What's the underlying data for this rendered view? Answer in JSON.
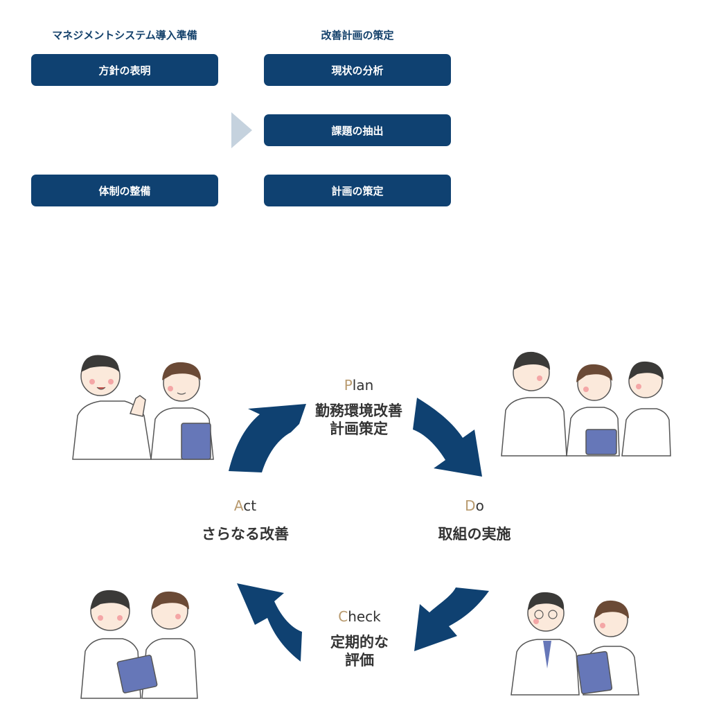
{
  "preparation": {
    "left_heading": "マネジメントシステム導入準備",
    "right_heading": "改善計画の策定",
    "left_items": [
      "方針の表明",
      "体制の整備"
    ],
    "right_items": [
      "現状の分析",
      "課題の抽出",
      "計画の策定"
    ]
  },
  "cycle": {
    "plan": {
      "initial": "P",
      "rest": "lan",
      "line1": "勤務環境改善",
      "line2": "計画策定"
    },
    "do": {
      "initial": "D",
      "rest": "o",
      "line1": "取組の実施"
    },
    "check": {
      "initial": "C",
      "rest": "heck",
      "line1": "定期的な",
      "line2": "評価"
    },
    "act": {
      "initial": "A",
      "rest": "ct",
      "line1": "さらなる改善"
    }
  },
  "colors": {
    "navy": "#0f4171",
    "arrow_light": "#c5d2de",
    "accent_initial": "#b89a6e"
  }
}
